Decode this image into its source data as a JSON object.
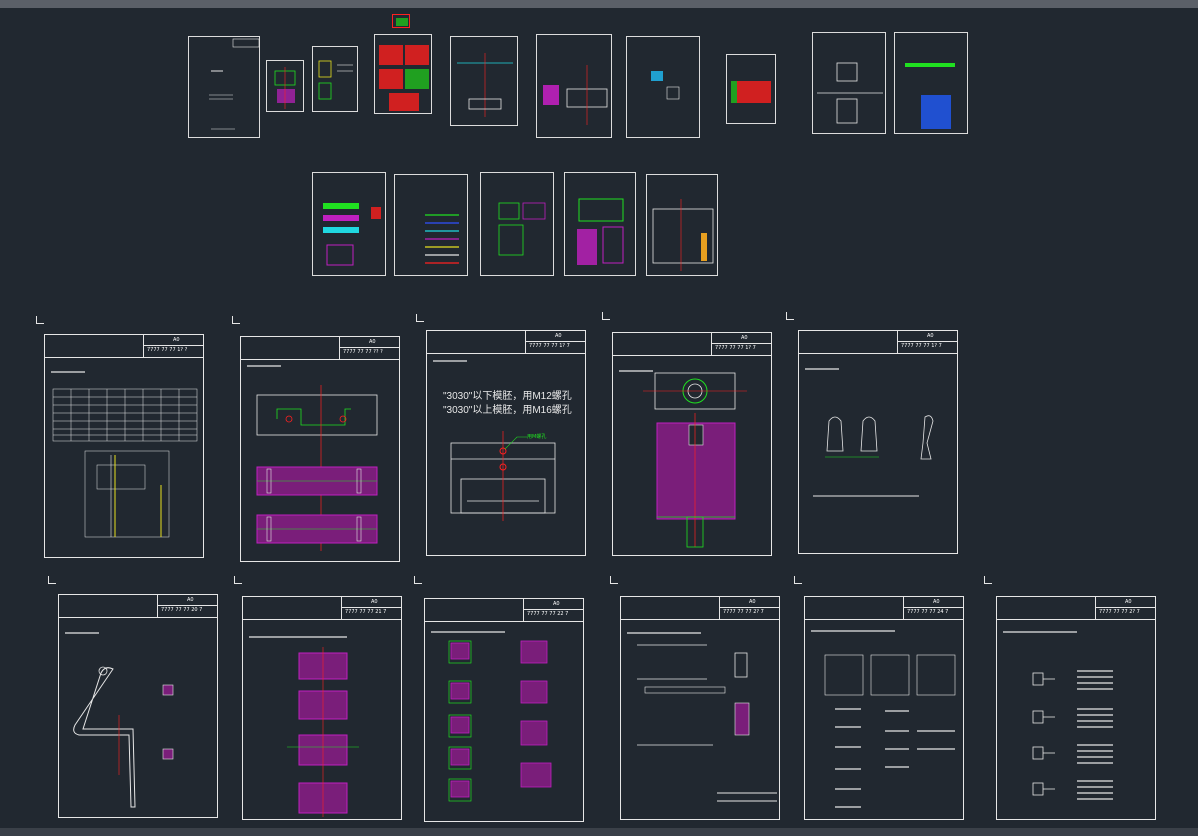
{
  "colors": {
    "background": "#212830",
    "line": "#e6e6e6",
    "red": "#ff2020",
    "magenta": "#d020d0",
    "green": "#20e020",
    "cyan": "#20d8e0",
    "blue": "#3050ff",
    "yellow": "#e8e020"
  },
  "sheets": [
    {
      "revision": "A0",
      "code": "7777 77 77 1? ?"
    },
    {
      "revision": "A0",
      "code": "7777 77 77 ?? ?"
    },
    {
      "revision": "A0",
      "code": "7777 77 77 1? 7"
    },
    {
      "revision": "A0",
      "code": "7777 77 77 1? 7"
    },
    {
      "revision": "A0",
      "code": "7777 77 77 1? 7"
    },
    {
      "revision": "A0",
      "code": "7777 77 77 20 7"
    },
    {
      "revision": "A0",
      "code": "7777 77 77 21 7"
    },
    {
      "revision": "A0",
      "code": "7777 77 77 22 7"
    },
    {
      "revision": "A0",
      "code": "7777 77 77 2? 7"
    },
    {
      "revision": "A0",
      "code": "7777 77 77 24 7"
    },
    {
      "revision": "A0",
      "code": "7777 77 77 2? 7"
    }
  ],
  "annotations": {
    "hole_note_line1": "\"3030\"以下模胚，用M12螺孔",
    "hole_note_line2": "\"3030\"以上模胚，用M16螺孔",
    "screw_note": "用M螺孔"
  }
}
